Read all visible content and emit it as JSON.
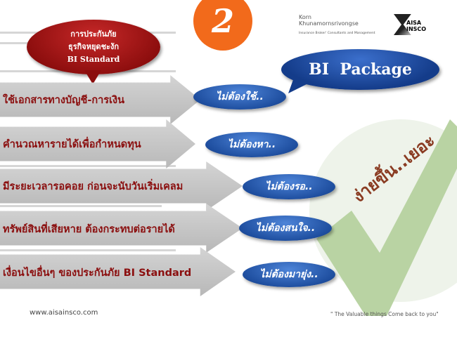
{
  "slide_number": "2",
  "bubble": {
    "line1": "การประกันภัย",
    "line2": "ธุรกิจหยุดชะงัก",
    "line3": "BI Standard"
  },
  "package_title": "BI  Package",
  "logo": {
    "name1": "Korn",
    "name2": "Khunamornsrivongse",
    "tagline": "Insurance Broker' Consultants and Management",
    "brand": "AISA INSCO"
  },
  "rows": [
    {
      "label": "ใช้เอกสารทางบัญชี-การเงิน",
      "answer": "ไม่ต้องใช้.."
    },
    {
      "label": "คำนวณหารายได้เพื่อกำหนดทุน",
      "answer": "ไม่ต้องหา.."
    },
    {
      "label": "มีระยะเวลารอคอย ก่อนจะนับวันเริ่มเคลม",
      "answer": "ไม่ต้องรอ.."
    },
    {
      "label": "ทรัพย์สินที่เสียหาย ต้องกระทบต่อรายได้",
      "answer": "ไม่ต้องสนใจ.."
    },
    {
      "label": "เงื่อนไขอื่นๆ ของประกันภัย BI Standard",
      "answer": "ไม่ต้องมายุ่ง.."
    }
  ],
  "slogan": "ง่ายขึ้น..เยอะ",
  "footer": {
    "website": "www.aisainsco.com",
    "quote": "\" The Valuable things  Come back to you\""
  },
  "colors": {
    "orange": "#f26a1b",
    "red": "#a31515",
    "blue": "#1f4fa0",
    "green": "#b6d2a0"
  }
}
